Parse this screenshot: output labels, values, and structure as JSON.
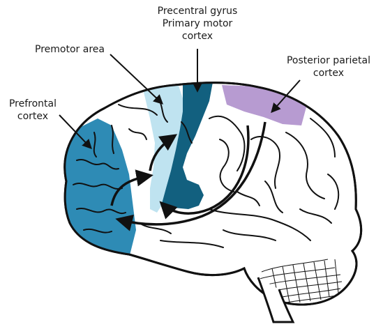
{
  "labels": {
    "precentral": [
      "Precentral gyrus",
      "Primary motor",
      "cortex"
    ],
    "premotor": [
      "Premotor area"
    ],
    "prefrontal": [
      "Prefrontal",
      "cortex"
    ],
    "posterior_parietal": [
      "Posterior parietal",
      "cortex"
    ]
  },
  "colors": {
    "prefrontal": "#2e8bb5",
    "premotor": "#bfe3f0",
    "primary_motor": "#12607f",
    "posterior_parietal": "#b79bd1",
    "outline": "#111111",
    "background": "#ffffff"
  }
}
